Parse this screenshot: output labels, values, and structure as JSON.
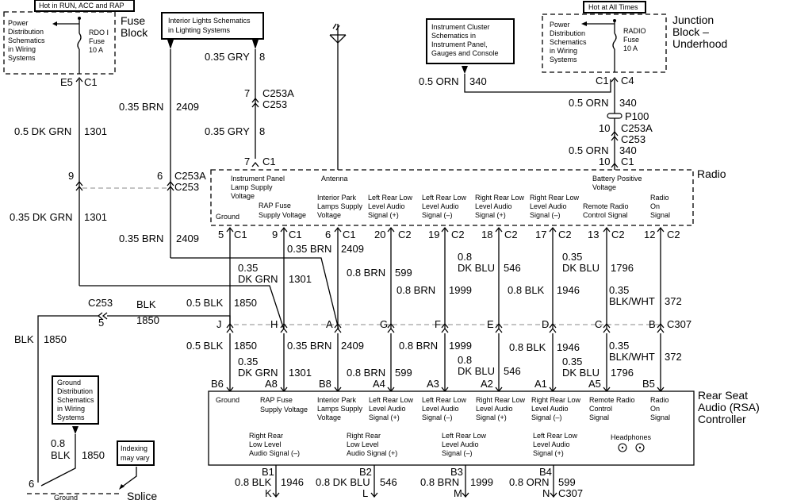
{
  "boxes": {
    "hot_run": "Hot in RUN, ACC and RAP",
    "hot_all": "Hot at All Times",
    "interior_lights": [
      "Interior Lights Schematics",
      "in Lighting Systems"
    ],
    "instrument_cluster": [
      "Instrument Cluster",
      "Schematics in",
      "Instrument Panel,",
      "Gauges and Console"
    ],
    "power_dist_left": [
      "Power",
      "Distribution",
      "Schematics",
      "in Wiring",
      "Systems"
    ],
    "power_dist_right": [
      "Power",
      "Distribution",
      "Schematics",
      "in Wiring",
      "Systems"
    ],
    "ground_dist": [
      "Ground",
      "Distribution",
      "Schematics",
      "in Wiring",
      "Systems"
    ],
    "indexing": [
      "Indexing",
      "may vary"
    ]
  },
  "components": {
    "fuse_block": [
      "Fuse",
      "Block"
    ],
    "rdo_fuse": [
      "RDO I",
      "Fuse",
      "10 A"
    ],
    "radio_fuse": [
      "RADIO",
      "Fuse",
      "10 A"
    ],
    "junction_block": [
      "Junction",
      "Block –",
      "Underhood"
    ],
    "radio": "Radio",
    "rsa": [
      "Rear Seat",
      "Audio (RSA)",
      "Controller"
    ],
    "splice": "Splice",
    "ground_bottom": "Ground",
    "headphones": "Headphones"
  },
  "radio_pins": [
    [
      "Instrument Panel",
      "Lamp Supply",
      "Voltage"
    ],
    [
      "Antenna"
    ],
    [
      "Battery Positive",
      "Voltage"
    ],
    [
      "Ground"
    ],
    [
      "RAP Fuse",
      "Supply Voltage"
    ],
    [
      "Interior Park",
      "Lamps Supply",
      "Voltage"
    ],
    [
      "Left Rear Low",
      "Level Audio",
      "Signal (+)"
    ],
    [
      "Left Rear Low",
      "Level Audio",
      "Signal (–)"
    ],
    [
      "Right Rear Low",
      "Level Audio",
      "Signal (+)"
    ],
    [
      "Right Rear Low",
      "Level Audio",
      "Signal (–)"
    ],
    [
      "Remote Radio",
      "Control Signal"
    ],
    [
      "Radio",
      "On",
      "Signal"
    ]
  ],
  "rsa_pins": [
    [
      "Ground"
    ],
    [
      "RAP Fuse",
      "Supply Voltage"
    ],
    [
      "Interior Park",
      "Lamps Supply",
      "Voltage"
    ],
    [
      "Left Rear Low",
      "Level Audio",
      "Signal (+)"
    ],
    [
      "Left Rear Low",
      "Level Audio",
      "Signal (–)"
    ],
    [
      "Right Rear Low",
      "Level Audio",
      "Signal (+)"
    ],
    [
      "Right Rear Low",
      "Level Audio",
      "Signal (–)"
    ],
    [
      "Remote Radio",
      "Control",
      "Signal"
    ],
    [
      "Radio",
      "On",
      "Signal"
    ],
    [
      "Right Rear",
      "Low Level",
      "Audio Signal (–)"
    ],
    [
      "Right Rear",
      "Low Level",
      "Audio Signal (+)"
    ],
    [
      "Left Rear Low",
      "Level Audio",
      "Signal (–)"
    ],
    [
      "Left Rear Low",
      "Level Audio",
      "Signal (+)"
    ]
  ],
  "connectors": {
    "e5": "E5",
    "c1": "C1",
    "c4": "C4",
    "c2": "C2",
    "c253a": "C253A",
    "c253": "C253",
    "p100": "P100",
    "c307": "C307",
    "n7": "7",
    "n8": "8",
    "n9": "9",
    "n6": "6",
    "n10": "10",
    "n5": "5",
    "n6b": "6",
    "radio_pin_nums": [
      "5",
      "9",
      "6",
      "20",
      "19",
      "18",
      "17",
      "13",
      "12"
    ],
    "radio_pin_conns": [
      "C1",
      "C1",
      "C1",
      "C2",
      "C2",
      "C2",
      "C2",
      "C2",
      "C2"
    ],
    "c307_letters": [
      "J",
      "H",
      "A",
      "G",
      "F",
      "E",
      "D",
      "C",
      "B"
    ],
    "rsa_top": [
      "B6",
      "A8",
      "B8",
      "A4",
      "A3",
      "A2",
      "A1",
      "A5",
      "B5"
    ],
    "rsa_bottom": [
      "B1",
      "B2",
      "B3",
      "B4"
    ],
    "rsa_bottom_letters": [
      "K",
      "L",
      "M",
      "N"
    ]
  },
  "wires": {
    "gry_a": "0.35 GRY",
    "gry_a_circ": "8",
    "gry_b": "0.35 GRY",
    "gry_b_circ": "8",
    "brn_top": "0.35 BRN",
    "brn_top_circ": "2409",
    "brn_mid": "0.35 BRN",
    "brn_mid_circ": "2409",
    "dkgrn_top": "0.5 DK GRN",
    "dkgrn_top_circ": "1301",
    "dkgrn_mid": "0.35 DK GRN",
    "dkgrn_mid_circ": "1301",
    "orn_a": "0.5 ORN",
    "orn_a_circ": "340",
    "orn_b": "0.5 ORN",
    "orn_b_circ": "340",
    "orn_c": "0.5 ORN",
    "orn_c_circ": "340",
    "blk_c253": "C253",
    "blk_label": "BLK",
    "blk_circ": "1850",
    "blk_5": "5",
    "blk_left": "BLK",
    "blk_left_circ": "1850",
    "blk_gd": "0.8",
    "blk_gd2": "BLK",
    "blk_gd_circ": "1850",
    "up_blk": "0.5 BLK",
    "up_blk_circ": "1850",
    "up_brn_a": "0.35 BRN",
    "up_brn_a_circ": "2409",
    "up_dkgrn": [
      "0.35",
      "DK GRN"
    ],
    "up_dkgrn_circ": "1301",
    "up_brn8": "0.8 BRN",
    "up_brn8_circ": "599",
    "up_dkblu": [
      "0.8",
      "DK BLU"
    ],
    "up_dkblu_circ": "546",
    "up_brn8b": "0.8 BRN",
    "up_brn8b_circ": "1999",
    "up_blk8": "0.8 BLK",
    "up_blk8_circ": "1946",
    "up_dkblu35": [
      "0.35",
      "DK BLU"
    ],
    "up_dkblu35_circ": "1796",
    "up_blkwht": [
      "0.35",
      "BLK/WHT"
    ],
    "up_blkwht_circ": "372",
    "lo_blk": "0.5 BLK",
    "lo_blk_circ": "1850",
    "lo_brn": "0.35 BRN",
    "lo_brn_circ": "2409",
    "lo_dkgrn": [
      "0.35",
      "DK GRN"
    ],
    "lo_dkgrn_circ": "1301",
    "lo_brn8": "0.8 BRN",
    "lo_brn8_circ": "599",
    "lo_brn8b": "0.8 BRN",
    "lo_brn8b_circ": "1999",
    "lo_dkblu": [
      "0.8",
      "DK BLU"
    ],
    "lo_dkblu_circ": "546",
    "lo_blk8": "0.8 BLK",
    "lo_blk8_circ": "1946",
    "lo_dkblu35": [
      "0.35",
      "DK BLU"
    ],
    "lo_dkblu35_circ": "1796",
    "lo_blkwht": [
      "0.35",
      "BLK/WHT"
    ],
    "lo_blkwht_circ": "372",
    "bot": [
      "0.8 BLK",
      "0.8 DK BLU",
      "0.8 BRN",
      "0.8 ORN"
    ],
    "bot_circ": [
      "1946",
      "546",
      "1999",
      "599"
    ]
  }
}
